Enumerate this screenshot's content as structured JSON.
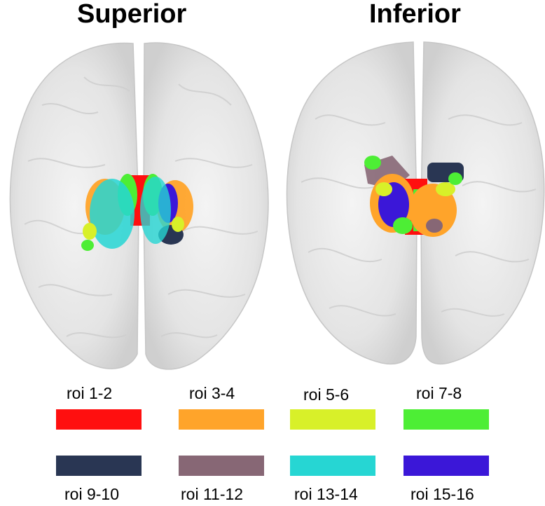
{
  "views": {
    "superior": "Superior",
    "inferior": "Inferior"
  },
  "legend": [
    {
      "label": "roi 1-2",
      "color": "#ff0f0f"
    },
    {
      "label": "roi 3-4",
      "color": "#ffa42a"
    },
    {
      "label": "roi 5-6",
      "color": "#d8f029"
    },
    {
      "label": "roi 7-8",
      "color": "#4dee35"
    },
    {
      "label": "roi 9-10",
      "color": "#293653"
    },
    {
      "label": "roi 11-12",
      "color": "#876775"
    },
    {
      "label": "roi 13-14",
      "color": "#26d6d3"
    },
    {
      "label": "roi 15-16",
      "color": "#3b17d8"
    }
  ]
}
